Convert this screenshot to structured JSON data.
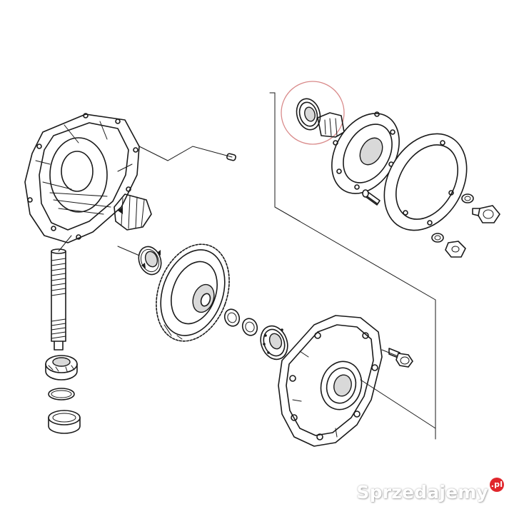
{
  "watermark": {
    "text": "Sprzedajemy",
    "badge": ".pl"
  },
  "colors": {
    "line": "#1a1a1a",
    "background": "#ffffff",
    "callout": "#d98a8a",
    "badge": "#e0262c"
  },
  "parts": [
    "gear-housing",
    "pinion-gear",
    "drive-shaft",
    "shaft-bearing",
    "circlip",
    "shaft-spacer-ring",
    "small-bearing",
    "ring-gear",
    "spacer-washers",
    "ball-bearing",
    "hub-cover",
    "hub-bolt",
    "axle-seal-ring",
    "axle-flange-shaft",
    "brake-plate",
    "stud-bolt",
    "flange-bolt",
    "washers",
    "nut"
  ]
}
